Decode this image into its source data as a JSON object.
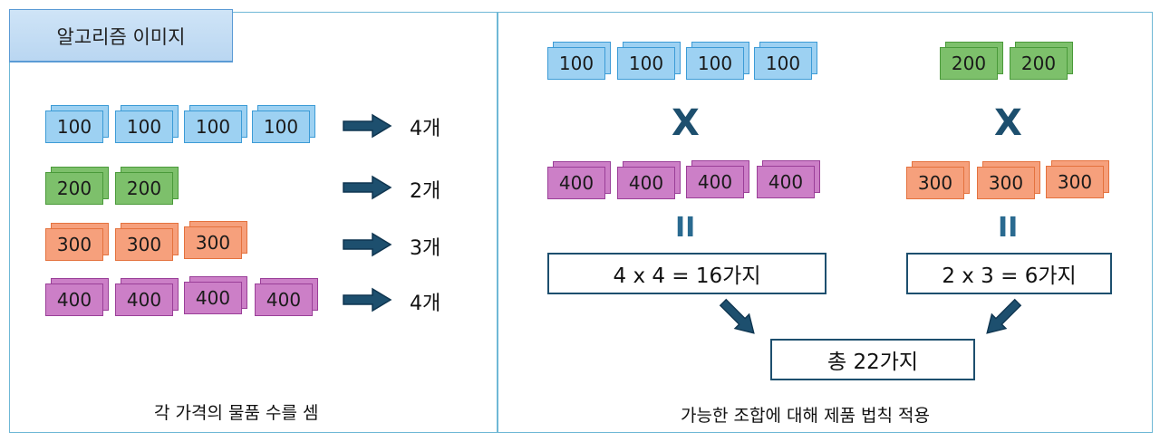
{
  "title": "알고리즘 이미지",
  "left": {
    "rows": [
      {
        "color": "blue",
        "label": "100",
        "count": 4,
        "count_text": "4개"
      },
      {
        "color": "green",
        "label": "200",
        "count": 2,
        "count_text": "2개"
      },
      {
        "color": "orange",
        "label": "300",
        "count": 3,
        "count_text": "3개"
      },
      {
        "color": "purple",
        "label": "400",
        "count": 4,
        "count_text": "4개"
      }
    ],
    "caption": "각 가격의 물품 수를 셈"
  },
  "right": {
    "combo1": {
      "top_label": "100",
      "top_count": 4,
      "bottom_label": "400",
      "bottom_count": 4,
      "multiply": "X",
      "equals": "II",
      "result": "4 x 4 = 16가지"
    },
    "combo2": {
      "top_label": "200",
      "top_count": 2,
      "bottom_label": "300",
      "bottom_count": 3,
      "multiply": "X",
      "equals": "II",
      "result": "2 x 3 = 6가지"
    },
    "total": "총 22가지",
    "caption": "가능한 조합에 대해 제품 법칙 적용"
  },
  "colors": {
    "blue": "#9dd1f2",
    "green": "#7dc06b",
    "orange": "#f6a07c",
    "purple": "#cc7fc7",
    "arrow": "#1d4f6e",
    "panel_border": "#6fb8d6"
  }
}
